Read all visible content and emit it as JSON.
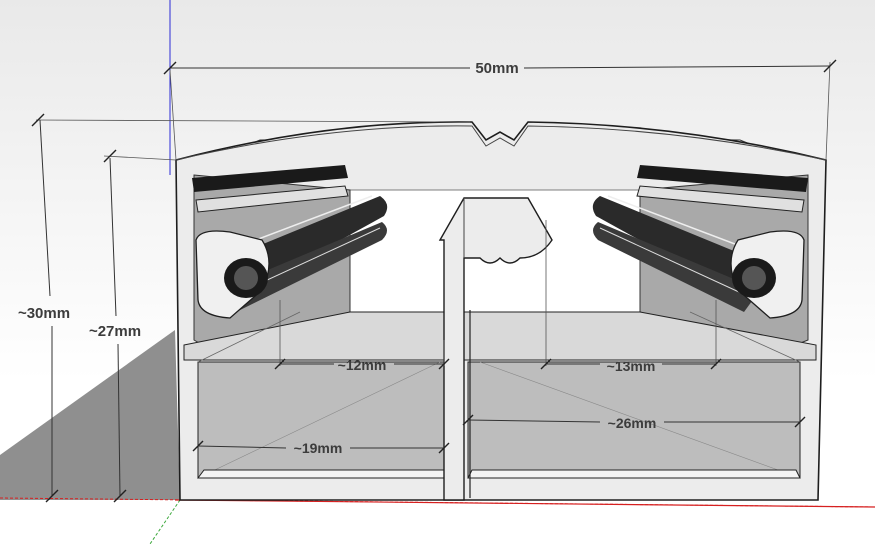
{
  "dimensions": {
    "overall_width": "50mm",
    "outer_height": "~30mm",
    "inner_height": "~27mm",
    "left_slot_top": "~12mm",
    "right_slot_top": "~13mm",
    "left_chamber": "~19mm",
    "right_chamber": "~26mm"
  },
  "colors": {
    "profile_face": "#ececec",
    "profile_edge": "#1e1e1e",
    "inner_floor": "#bdbdbd",
    "shadow": "#8f8f8f",
    "axis_red": "#d62020",
    "axis_green": "#3aa83a",
    "axis_blue": "#2b2bd6"
  }
}
